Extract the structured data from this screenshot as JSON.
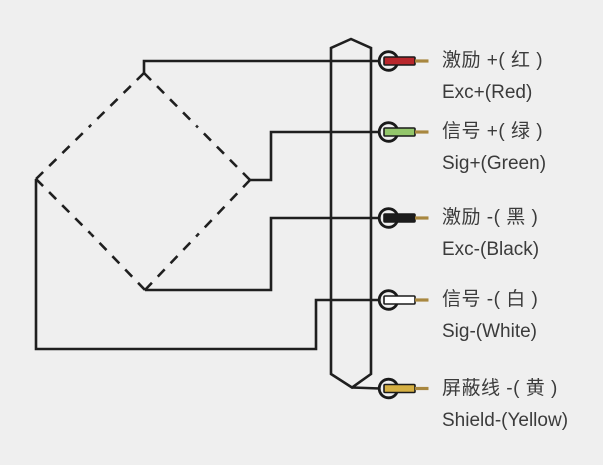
{
  "diagram": {
    "title": "load-cell-wiring-diagram",
    "background_color": "#efefef",
    "line_color": "#1f1f1f",
    "text_color": "#3b3b3b",
    "bare_tip_color": "#a8873f",
    "bridge": {
      "shape": "dashed-diamond",
      "meaning": "load-cell strain-gauge bridge"
    },
    "cable": {
      "shape": "vertical-sheath-outline"
    },
    "terminals": [
      {
        "id": "exc-plus",
        "label_zh": "激励 +( 红 )",
        "label_en": "Exc+(Red)",
        "wire_color_name": "red",
        "wire_color": "#b8272c",
        "wire_fill_border": "#1a1a1a"
      },
      {
        "id": "sig-plus",
        "label_zh": "信号 +( 绿 )",
        "label_en": "Sig+(Green)",
        "wire_color_name": "green",
        "wire_color": "#93c66b",
        "wire_fill_border": "#1a1a1a"
      },
      {
        "id": "exc-minus",
        "label_zh": "激励 -( 黑 )",
        "label_en": "Exc-(Black)",
        "wire_color_name": "black",
        "wire_color": "#1c1c1c",
        "wire_fill_border": "#1a1a1a"
      },
      {
        "id": "sig-minus",
        "label_zh": "信号 -( 白 )",
        "label_en": "Sig-(White)",
        "wire_color_name": "white",
        "wire_color": "#ffffff",
        "wire_fill_border": "#1a1a1a"
      },
      {
        "id": "shield",
        "label_zh": "屏蔽线 -( 黄 )",
        "label_en": "Shield-(Yellow)",
        "wire_color_name": "yellow",
        "wire_color": "#d6b043",
        "wire_fill_border": "#1a1a1a"
      }
    ]
  }
}
